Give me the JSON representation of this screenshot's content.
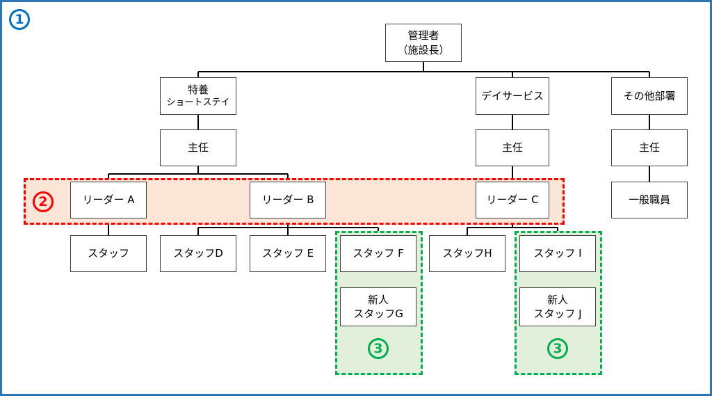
{
  "markers": {
    "m1": "1",
    "m2": "2",
    "m3a": "3",
    "m3b": "3"
  },
  "nodes": {
    "admin": {
      "title": "管理者",
      "sub": "（施設長）"
    },
    "tokuyo": {
      "title": "特養",
      "sub": "ショートステイ"
    },
    "dayservice": {
      "title": "デイサービス"
    },
    "other": {
      "title": "その他部署"
    },
    "chief1": {
      "title": "主任"
    },
    "chief2": {
      "title": "主任"
    },
    "chief3": {
      "title": "主任"
    },
    "leaderA": {
      "title": "リーダー A"
    },
    "leaderB": {
      "title": "リーダー B"
    },
    "leaderC": {
      "title": "リーダー C"
    },
    "general": {
      "title": "一般職員"
    },
    "staff": {
      "title": "スタッフ"
    },
    "staffD": {
      "title": "スタッフD"
    },
    "staffE": {
      "title": "スタッフ E"
    },
    "staffF": {
      "title": "スタッフ F"
    },
    "staffG": {
      "title": "新人",
      "sub": "スタッフG"
    },
    "staffH": {
      "title": "スタッフH"
    },
    "staffI": {
      "title": "スタッフ I"
    },
    "staffJ": {
      "title": "新人",
      "sub": "スタッフ J"
    }
  },
  "colors": {
    "frame": "#2e75b6",
    "red": "#ff0000",
    "red_fill": "#fbe5d6",
    "green": "#00b050",
    "green_fill": "#e2efda",
    "line": "#000000"
  }
}
